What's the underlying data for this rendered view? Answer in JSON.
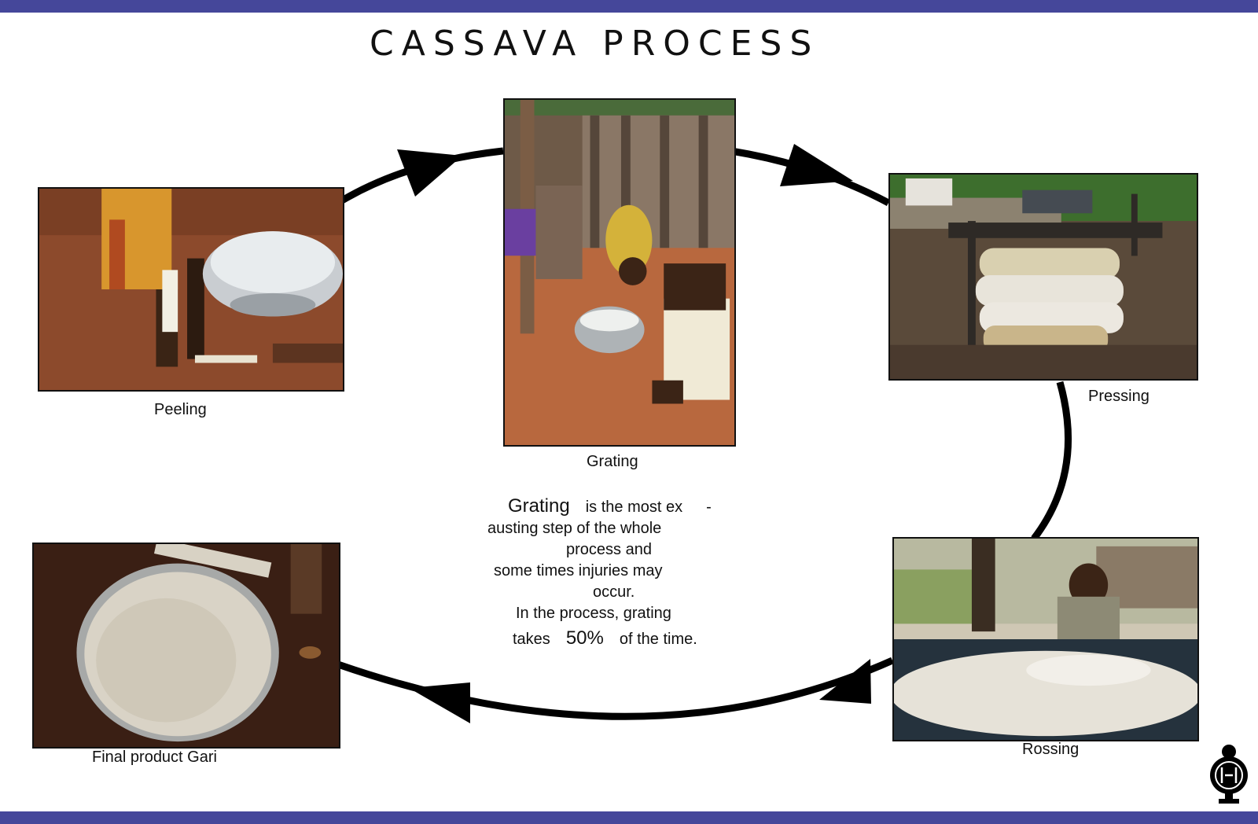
{
  "title": "CASSAVA PROCESS",
  "steps": [
    {
      "label": "Peeling"
    },
    {
      "label": "Grating"
    },
    {
      "label": "Pressing"
    },
    {
      "label": "Rossing"
    },
    {
      "label": "Final product Gari"
    }
  ],
  "note": {
    "line1_word": "Grating",
    "line1_rest": "is the most ex",
    "line1_hyphen": "-",
    "line2": "austing step of the whole",
    "line3": "process and",
    "line4": "some times injuries may",
    "line5": "occur.",
    "line6": "In the process, grating",
    "line7_a": "takes",
    "line7_pct": "50%",
    "line7_b": "of the time."
  },
  "colors": {
    "band": "#45479a",
    "arrow": "#000000"
  }
}
